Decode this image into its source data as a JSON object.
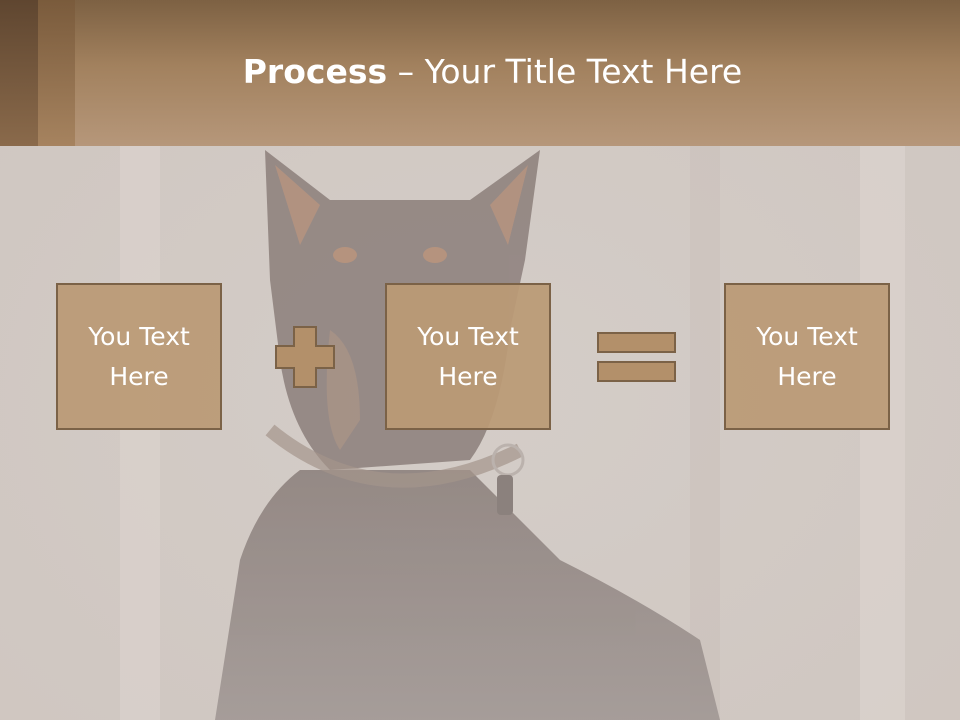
{
  "slide": {
    "title_bold": "Process",
    "title_dash": " – ",
    "title_rest": "Your Title Text Here"
  },
  "process": {
    "boxes": [
      {
        "text": "You Text Here"
      },
      {
        "text": "You Text Here"
      },
      {
        "text": "You Text Here"
      }
    ],
    "operators": [
      "plus-icon",
      "equals-icon"
    ]
  },
  "colors": {
    "header_top": "#7d6143",
    "header_bottom": "#b6977a",
    "box_fill": "#ba9a75",
    "box_border": "#7b6247",
    "operator_fill": "#b3906a",
    "text": "#ffffff"
  }
}
